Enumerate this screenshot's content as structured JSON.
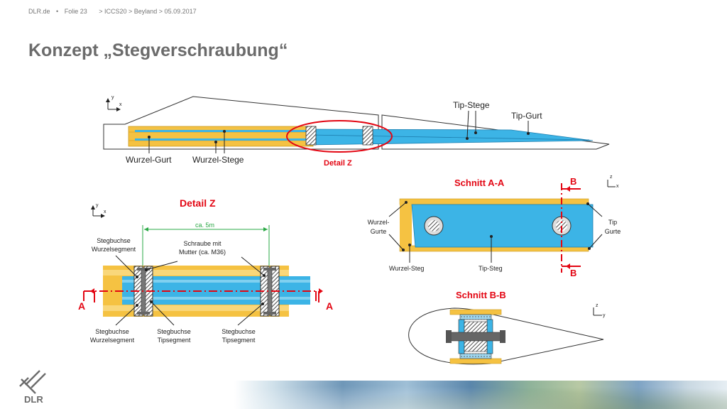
{
  "header": {
    "site": "DLR.de",
    "bullet": "•",
    "slide": "Folie 23",
    "breadcrumb": "> ICCS20 > Beyland > 05.09.2017"
  },
  "title": "Konzept „Stegverschraubung“",
  "top_view": {
    "axis_y": "y",
    "axis_x": "x",
    "wurzel_gurt": "Wurzel-Gurt",
    "wurzel_stege": "Wurzel-Stege",
    "tip_stege": "Tip-Stege",
    "tip_gurt": "Tip-Gurt",
    "detail_z": "Detail Z"
  },
  "detail": {
    "title": "Detail Z",
    "axis_y": "y",
    "axis_x": "x",
    "dimension": "ca. 5m",
    "stegbuchse_wurzel_top": "Stegbuchse Wurzelsegment",
    "schraube": "Schraube mit Mutter (ca. M36)",
    "stegbuchse_wurzel_bottom": "Stegbuchse Wurzelsegment",
    "stegbuchse_tip_1": "Stegbuchse Tipsegment",
    "stegbuchse_tip_2": "Stegbuchse Tipsegment",
    "section_left": "A",
    "section_right": "A"
  },
  "schnitt_aa": {
    "title": "Schnitt A-A",
    "axis_z": "z",
    "axis_x": "x",
    "wurzel_gurte": "Wurzel-Gurte",
    "tip_gurte": "Tip Gurte",
    "wurzel_steg": "Wurzel-Steg",
    "tip_steg": "Tip-Steg",
    "section_top": "B",
    "section_bottom": "B"
  },
  "schnitt_bb": {
    "title": "Schnitt B-B",
    "axis_z": "z",
    "axis_y": "y"
  },
  "colors": {
    "gurt_yellow": "#f5c242",
    "steg_blue": "#3cb4e6",
    "accent_red": "#e30613",
    "dim_green": "#2aa845",
    "dark_gray": "#555555"
  },
  "logo": {
    "text": "DLR"
  }
}
